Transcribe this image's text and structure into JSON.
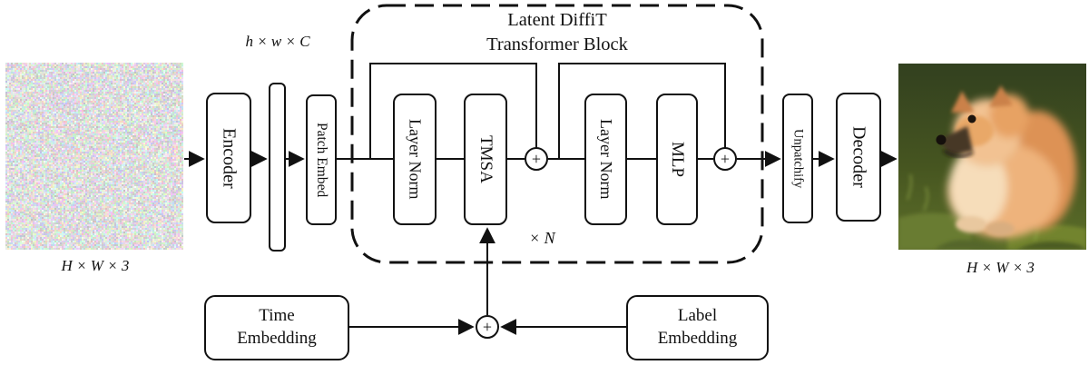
{
  "figure": {
    "background": "#ffffff",
    "stroke_color": "#111111",
    "input_shape_label": "H × W × 3",
    "latent_shape_label": "h × w × C",
    "output_shape_label": "H × W × 3",
    "repeat_label": "× N",
    "plus_symbol": "+",
    "block_title": {
      "line1": "Latent DiffiT",
      "line2": "Transformer Block"
    },
    "boxes": {
      "encoder": "Encoder",
      "patch_embed": "Patch Embed",
      "layer_norm_1": "Layer Norm",
      "tmsa": "TMSA",
      "layer_norm_2": "Layer Norm",
      "mlp": "MLP",
      "unpatchify": "Unpatchify",
      "decoder": "Decoder"
    },
    "embeddings": {
      "time": {
        "line1": "Time",
        "line2": "Embedding"
      },
      "label": {
        "line1": "Label",
        "line2": "Embedding"
      }
    },
    "images": {
      "input_noise": "noisy-input-image",
      "output_dog": "generated-pomeranian-on-grass"
    }
  }
}
